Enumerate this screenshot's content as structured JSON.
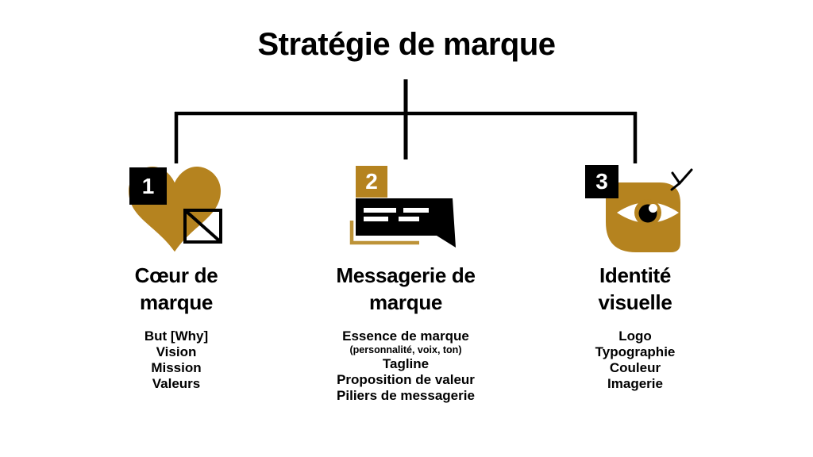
{
  "title": "Stratégie de marque",
  "colors": {
    "gold": "#b5831f",
    "gold_light": "#bd9338",
    "black": "#000000",
    "white": "#ffffff"
  },
  "columns": [
    {
      "number": "1",
      "icon": "heart",
      "heading": [
        "Cœur de",
        "marque"
      ],
      "items": [
        "But [Why]",
        "Vision",
        "Mission",
        "Valeurs"
      ]
    },
    {
      "number": "2",
      "icon": "speech-bubble",
      "heading": [
        "Messagerie de",
        "marque"
      ],
      "items": [
        "Essence de marque",
        "(personnalité, voix, ton)",
        "Tagline",
        "Proposition de valeur",
        "Piliers de messagerie"
      ]
    },
    {
      "number": "3",
      "icon": "eye",
      "heading": [
        "Identité",
        "visuelle"
      ],
      "items": [
        "Logo",
        "Typographie",
        "Couleur",
        "Imagerie"
      ]
    }
  ]
}
